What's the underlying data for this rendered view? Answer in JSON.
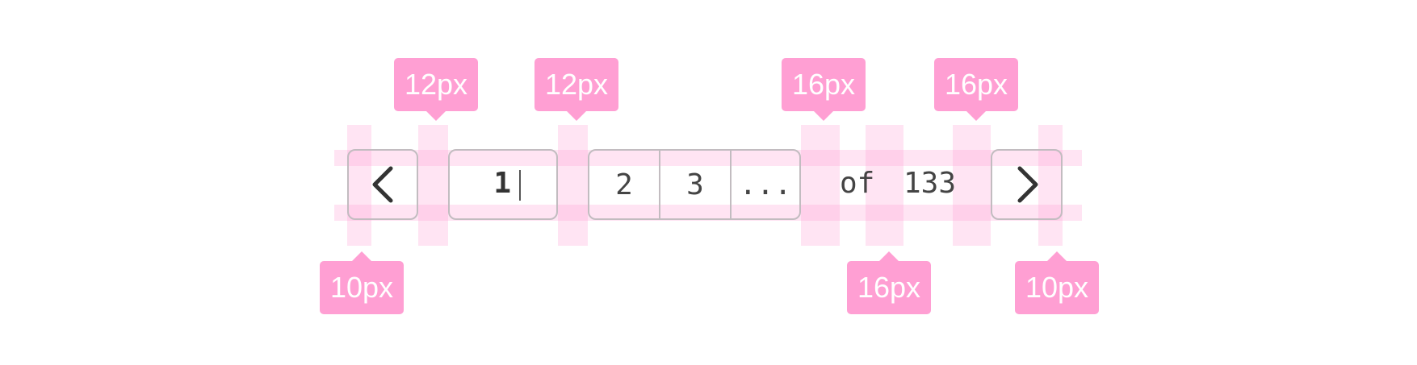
{
  "pagination": {
    "prev_icon": "chevron-left-icon",
    "next_icon": "chevron-right-icon",
    "current_page": "1",
    "pages": [
      "2",
      "3",
      "..."
    ],
    "of_label": "of",
    "total_pages": "133"
  },
  "annotations": {
    "top": [
      "12px",
      "12px",
      "16px",
      "16px"
    ],
    "bottom": [
      "10px",
      "16px",
      "10px"
    ]
  },
  "colors": {
    "annotation": "#ff9fd3",
    "border": "#c2bcc0",
    "text": "#444444"
  }
}
